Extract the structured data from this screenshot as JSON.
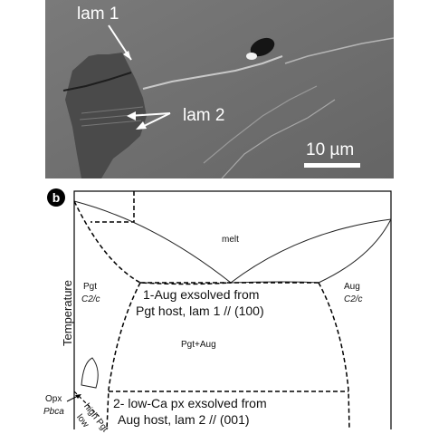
{
  "panel_a": {
    "labels": {
      "lam1": "lam 1",
      "lam2": "lam 2"
    },
    "scale_bar": "10 µm"
  },
  "panel_b": {
    "panel_letter": "b",
    "y_axis": "Temperature",
    "fields": {
      "melt": "melt",
      "pgt": "Pgt",
      "pgt_group": "C2/c",
      "aug": "Aug",
      "aug_group": "C2/c",
      "pgt_aug": "Pgt+Aug",
      "opx": "Opx",
      "opx_group": "Pbca",
      "high_pgt": "high Pgt",
      "low": "low"
    },
    "notes": {
      "lam1_line1": "1-Aug exsolved from",
      "lam1_line2": "Pgt host, lam 1 // (100)",
      "lam2_line1": "2- low-Ca px exsolved from",
      "lam2_line2": "Aug host, lam 2 // (001)"
    }
  }
}
